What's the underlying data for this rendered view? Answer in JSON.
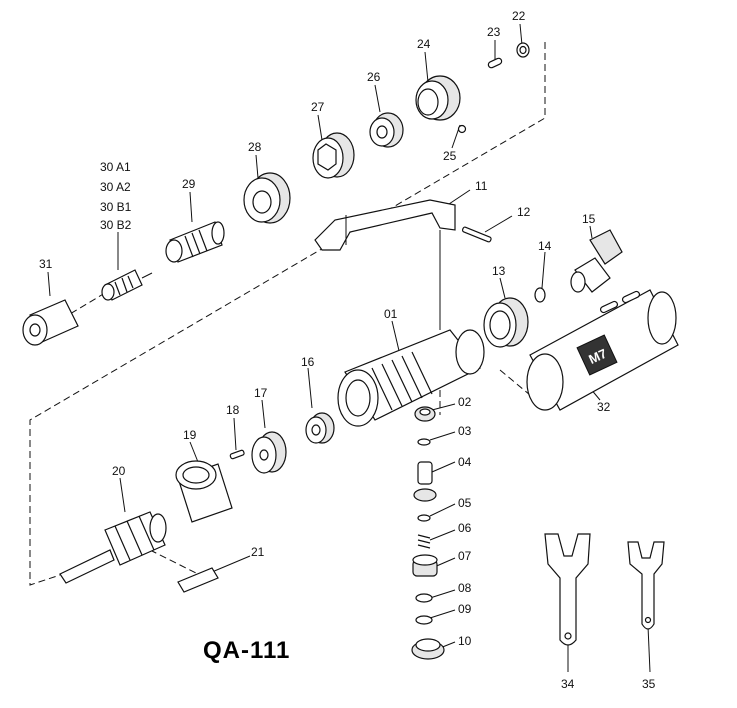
{
  "model_name": "QA-111",
  "brand_logo_text": "M7",
  "parts": [
    {
      "id": "p01",
      "label": "01"
    },
    {
      "id": "p02",
      "label": "02"
    },
    {
      "id": "p03",
      "label": "03"
    },
    {
      "id": "p04",
      "label": "04"
    },
    {
      "id": "p05",
      "label": "05"
    },
    {
      "id": "p06",
      "label": "06"
    },
    {
      "id": "p07",
      "label": "07"
    },
    {
      "id": "p08",
      "label": "08"
    },
    {
      "id": "p09",
      "label": "09"
    },
    {
      "id": "p10",
      "label": "10"
    },
    {
      "id": "p11",
      "label": "11"
    },
    {
      "id": "p12",
      "label": "12"
    },
    {
      "id": "p13",
      "label": "13"
    },
    {
      "id": "p14",
      "label": "14"
    },
    {
      "id": "p15",
      "label": "15"
    },
    {
      "id": "p16",
      "label": "16"
    },
    {
      "id": "p17",
      "label": "17"
    },
    {
      "id": "p18",
      "label": "18"
    },
    {
      "id": "p19",
      "label": "19"
    },
    {
      "id": "p20",
      "label": "20"
    },
    {
      "id": "p21",
      "label": "21"
    },
    {
      "id": "p22",
      "label": "22"
    },
    {
      "id": "p23",
      "label": "23"
    },
    {
      "id": "p24",
      "label": "24"
    },
    {
      "id": "p25",
      "label": "25"
    },
    {
      "id": "p26",
      "label": "26"
    },
    {
      "id": "p27",
      "label": "27"
    },
    {
      "id": "p28",
      "label": "28"
    },
    {
      "id": "p29",
      "label": "29"
    },
    {
      "id": "p30a1",
      "label": "30 A1"
    },
    {
      "id": "p30a2",
      "label": "30 A2"
    },
    {
      "id": "p30b1",
      "label": "30 B1"
    },
    {
      "id": "p30b2",
      "label": "30 B2"
    },
    {
      "id": "p31",
      "label": "31"
    },
    {
      "id": "p32",
      "label": "32"
    },
    {
      "id": "p34",
      "label": "34"
    },
    {
      "id": "p35",
      "label": "35"
    }
  ]
}
